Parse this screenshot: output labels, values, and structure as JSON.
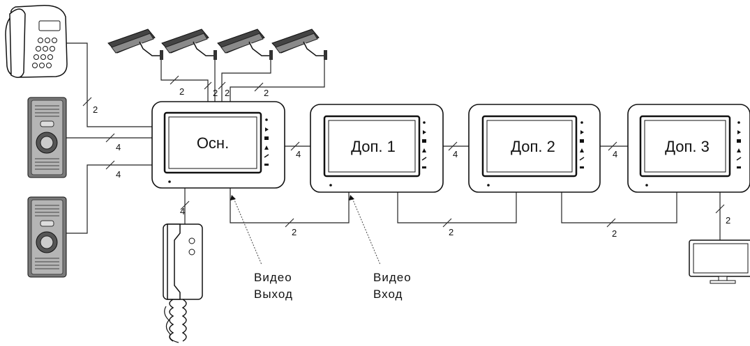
{
  "monitors": [
    {
      "label": "Осн."
    },
    {
      "label": "Доп. 1"
    },
    {
      "label": "Доп. 2"
    },
    {
      "label": "Доп. 3"
    }
  ],
  "wire_counts": {
    "phone_to_main": "2",
    "panel1_to_main": "4",
    "panel2_to_main": "4",
    "cameras_a": "2",
    "cameras_b": "2",
    "cameras_c": "2",
    "cameras_d": "2",
    "main_to_add1": "4",
    "add1_to_add2": "4",
    "add2_to_add3": "4",
    "handset_to_main": "4",
    "video_main_add1": "2",
    "video_add1_add2": "2",
    "video_add2_add3": "2",
    "video_add3_tv": "2"
  },
  "captions": {
    "video_out_line1": "Видео",
    "video_out_line2": "Выход",
    "video_in_line1": "Видео",
    "video_in_line2": "Вход"
  }
}
